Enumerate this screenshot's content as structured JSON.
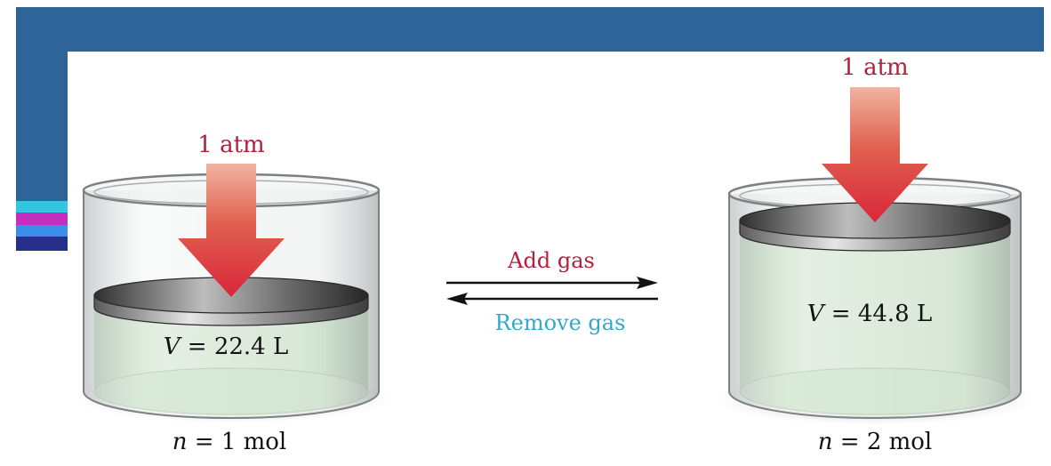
{
  "colors": {
    "banner": "#2e6497",
    "accent_cyan": "#34c6e0",
    "accent_magenta": "#c42fc0",
    "accent_blue": "#3a8fe8",
    "accent_navy": "#262f8a",
    "arrow_red": "#d9273a",
    "gas_green": "#c9e6c4",
    "add_text": "#b0213a",
    "remove_text": "#35a7cf"
  },
  "left_cylinder": {
    "pressure": "1 atm",
    "volume_symbol": "V",
    "volume_value": " = 22.4 L",
    "moles_symbol": "n",
    "moles_value": " = 1 mol"
  },
  "right_cylinder": {
    "pressure": "1 atm",
    "volume_symbol": "V",
    "volume_value": " = 44.8 L",
    "moles_symbol": "n",
    "moles_value": " = 2 mol"
  },
  "process": {
    "forward_label": "Add gas",
    "reverse_label": "Remove gas"
  },
  "icons": [
    "down-arrow-icon",
    "right-arrow-icon",
    "left-arrow-icon"
  ]
}
